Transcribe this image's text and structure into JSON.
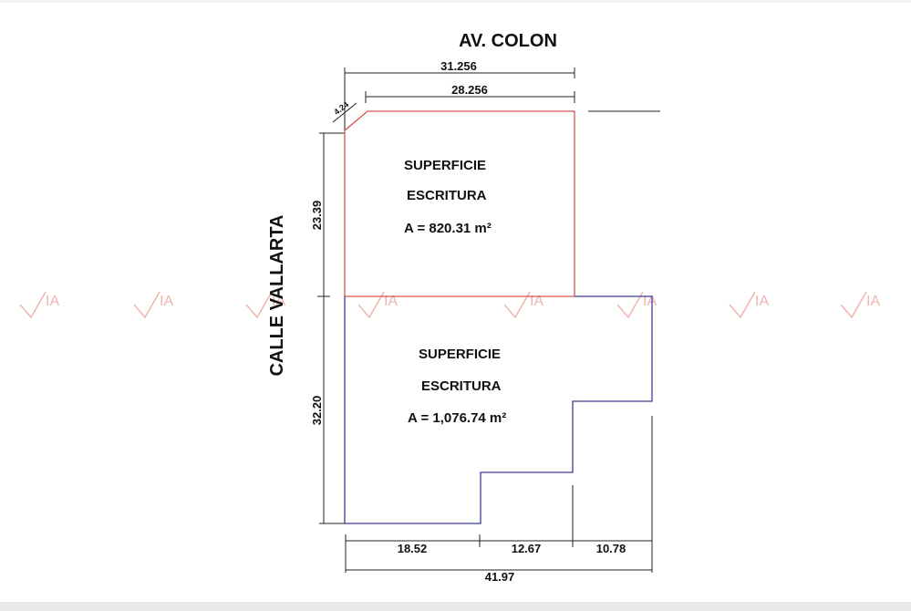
{
  "streets": {
    "north": "AV. COLON",
    "west": "CALLE VALLARTA"
  },
  "dimensions": {
    "top_total": "31.256",
    "top_inner": "28.256",
    "corner": "4.24",
    "left_upper": "23.39",
    "left_lower": "32.20",
    "bottom_a": "18.52",
    "bottom_b": "12.67",
    "bottom_c": "10.78",
    "bottom_total": "41.97"
  },
  "parcels": [
    {
      "line1": "SUPERFICIE",
      "line2": "ESCRITURA",
      "area": "A = 820.31 m²",
      "color": "#d9534f"
    },
    {
      "line1": "SUPERFICIE",
      "line2": "ESCRITURA",
      "area": "A = 1,076.74 m²",
      "color": "#3c3c9a"
    }
  ],
  "watermark": {
    "text": "IA",
    "color": "#f2b3ad"
  }
}
